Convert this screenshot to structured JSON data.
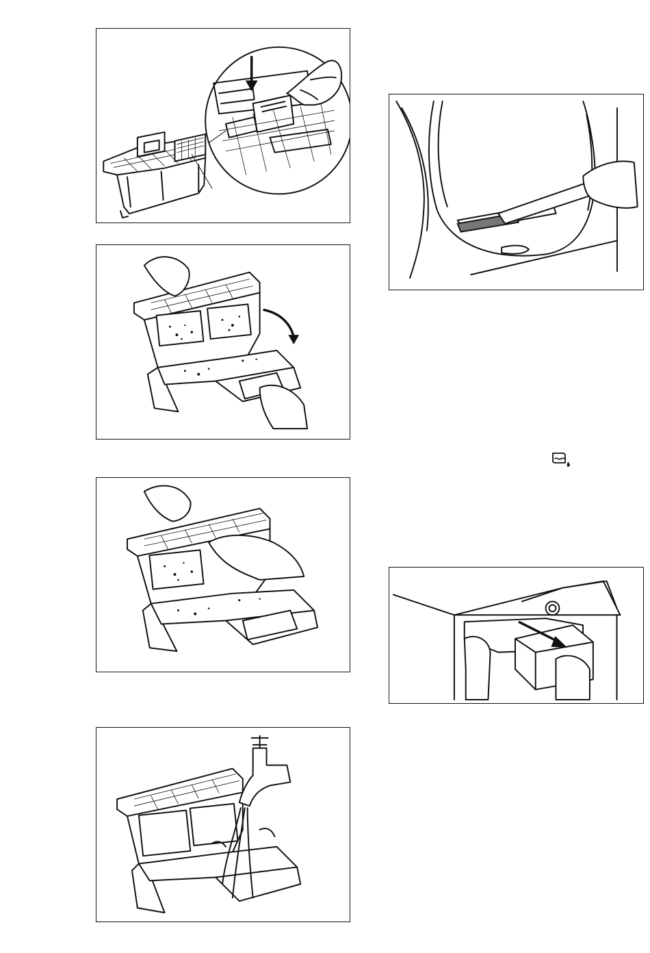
{
  "page": {
    "figures": [
      {
        "id": "filter-release"
      },
      {
        "id": "filter-open"
      },
      {
        "id": "filter-clean-by-hand"
      },
      {
        "id": "filter-rinse-under-tap"
      },
      {
        "id": "door-seal-vacuum"
      },
      {
        "id": "water-container-remove"
      }
    ],
    "inline_icon": {
      "name": "water-container-empty-icon"
    }
  }
}
